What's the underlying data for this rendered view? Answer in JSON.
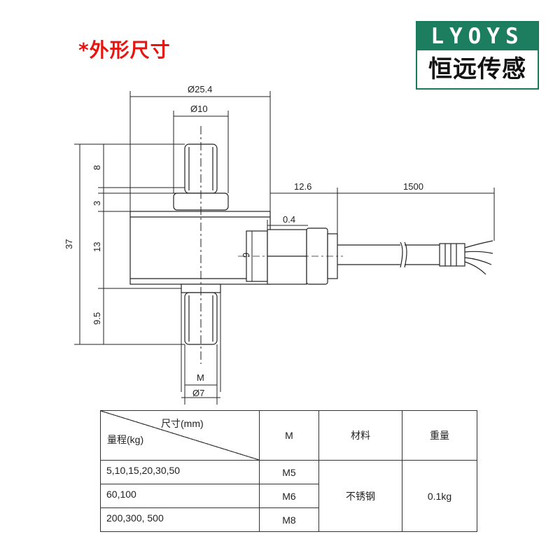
{
  "header": {
    "title": "*外形尺寸",
    "logo_top": "LYOYS",
    "logo_bottom": "恒远传感"
  },
  "drawing": {
    "dim_top_outer": "Ø25.4",
    "dim_top_inner": "Ø10",
    "dim_bottom_m": "M",
    "dim_bottom_outer": "Ø7",
    "dim_total_height": "37",
    "dim_top_thread": "8",
    "dim_top_collar": "3",
    "dim_body": "13",
    "dim_bottom_thread": "9.5",
    "dim_cable_offset": "12.6",
    "dim_cable_length": "1500",
    "dim_gap": "0.4",
    "dim_connector_h": "9"
  },
  "table": {
    "header_top_right": "尺寸(mm)",
    "header_bottom_left": "量程(kg)",
    "col_m": "M",
    "col_material": "材料",
    "col_weight": "重量",
    "rows": [
      {
        "range": "5,10,15,20,30,50",
        "m": "M5"
      },
      {
        "range": "60,100",
        "m": "M6"
      },
      {
        "range": "200,300, 500",
        "m": "M8"
      }
    ],
    "material": "不锈钢",
    "weight": "0.1kg"
  }
}
